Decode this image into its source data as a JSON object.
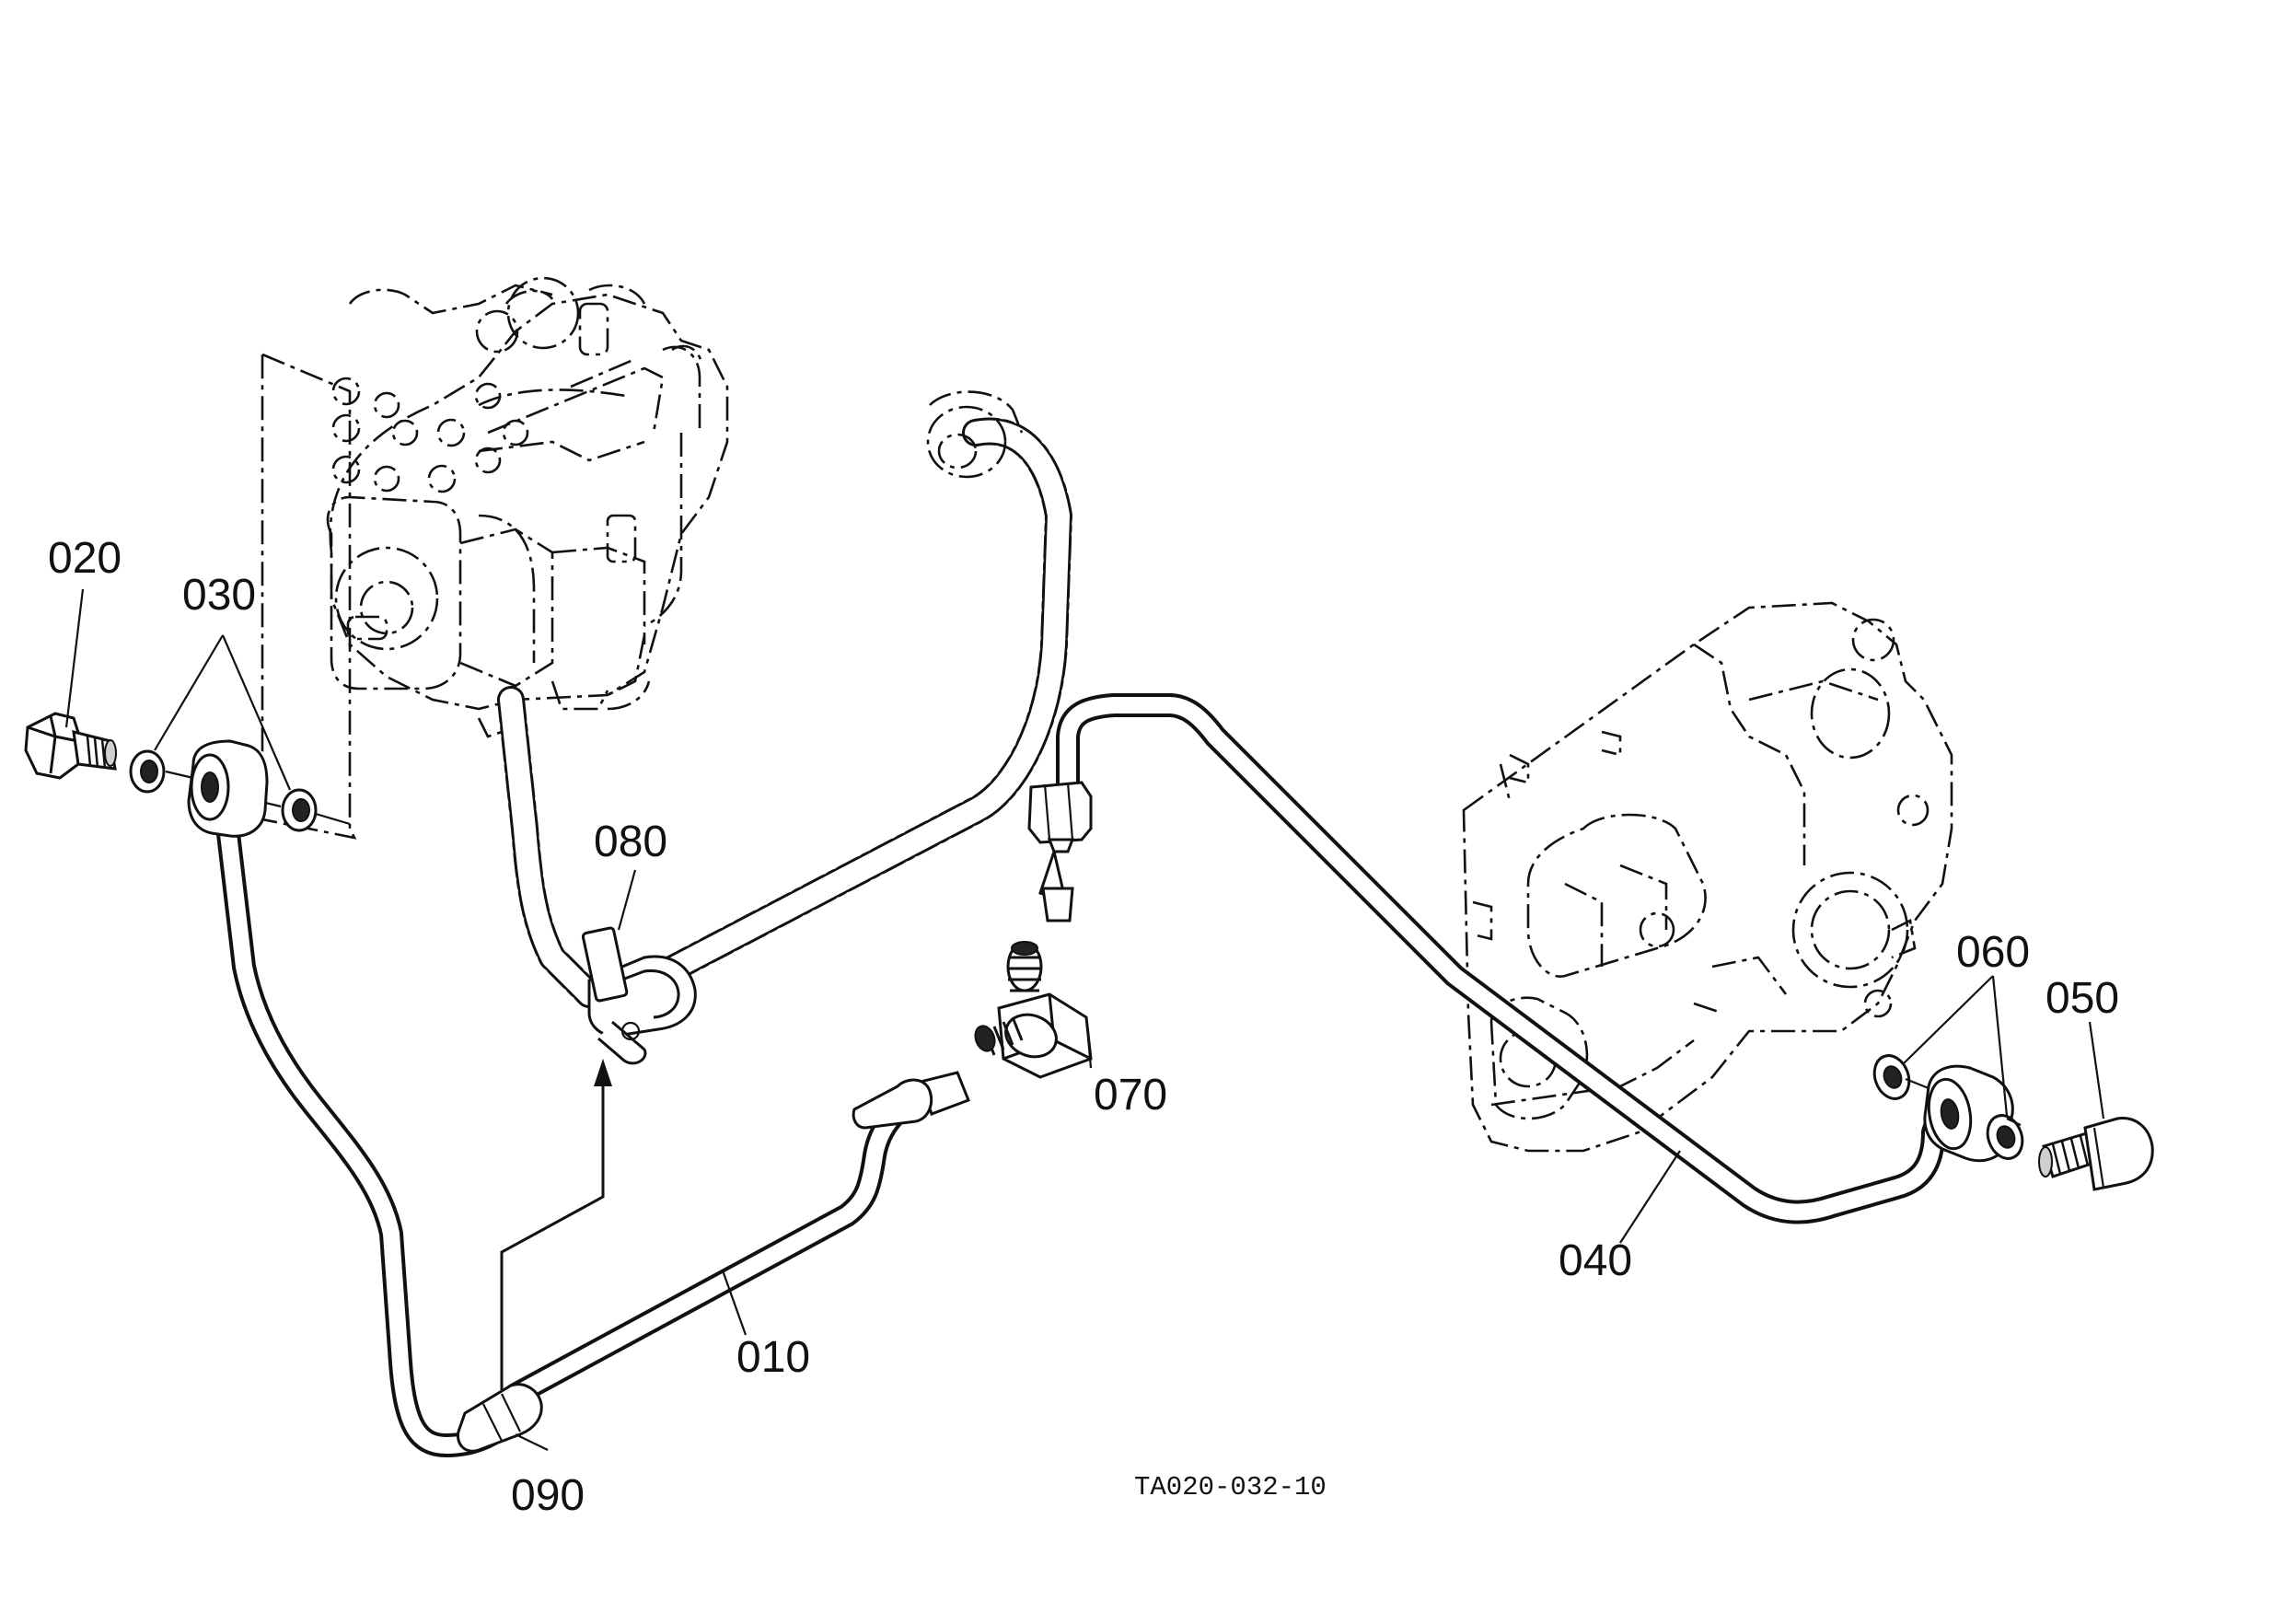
{
  "callouts": {
    "p010": "010",
    "p020": "020",
    "p030": "030",
    "p040": "040",
    "p050": "050",
    "p060": "060",
    "p070": "070",
    "p080": "080",
    "p090": "090"
  },
  "figure_code": "TA020-032-10"
}
